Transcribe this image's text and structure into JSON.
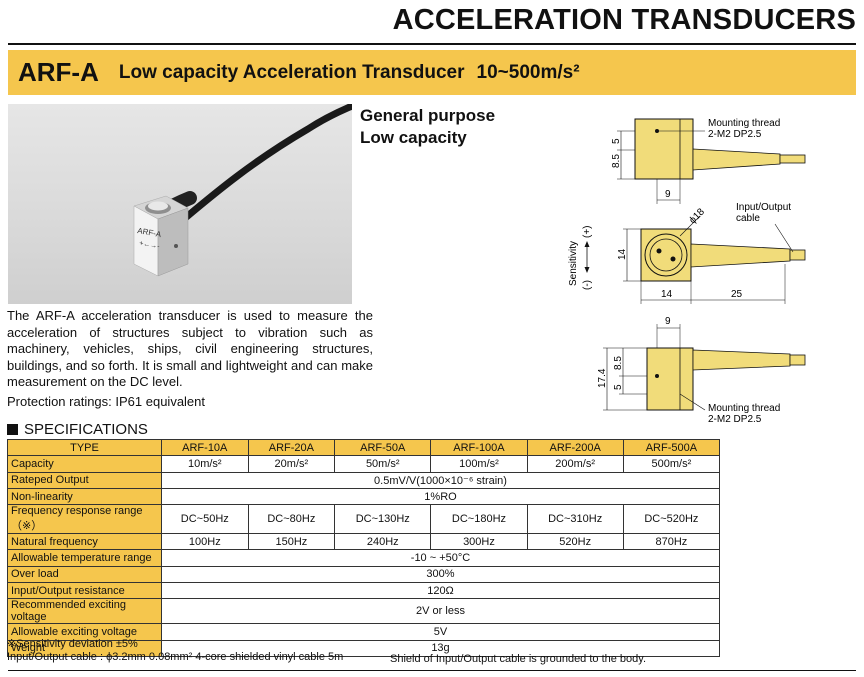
{
  "header": {
    "page_title": "ACCELERATION TRANSDUCERS",
    "model": "ARF-A",
    "subtitle": "Low capacity Acceleration Transducer",
    "range": "10~500m/s²"
  },
  "photo": {
    "label_line1": "ARF-A",
    "label_line2": "+←→-"
  },
  "features": [
    "General purpose",
    "Low capacity"
  ],
  "description": "The ARF-A acceleration transducer is used to measure the acceleration of structures subject to vibration such as machinery, vehicles, ships, civil engineering structures, buildings, and so forth. It is small and lightweight and can make measurement on the DC level.",
  "protection": "Protection ratings: IP61 equivalent",
  "drawing": {
    "mounting_thread_1": "Mounting thread",
    "mounting_thread_1b": "2-M2 DP2.5",
    "dim_85": "8.5",
    "dim_5a": "5",
    "dim_9a": "9",
    "io_cable": "Input/Output",
    "io_cable_b": "cable",
    "phi18": "ϕ18",
    "sensitivity": "Sensitivity",
    "plus": "(+)",
    "minus": "(-)",
    "dim_14v": "14",
    "dim_14h": "14",
    "dim_25": "25",
    "dim_9b": "9",
    "dim_174": "17.4",
    "dim_85b": "8.5",
    "dim_5b": "5",
    "mounting_thread_2": "Mounting thread",
    "mounting_thread_2b": "2-M2 DP2.5"
  },
  "spec_heading": "SPECIFICATIONS",
  "table": {
    "type_label": "TYPE",
    "models": [
      "ARF-10A",
      "ARF-20A",
      "ARF-50A",
      "ARF-100A",
      "ARF-200A",
      "ARF-500A"
    ],
    "rows": [
      {
        "label": "Capacity",
        "values": [
          "10m/s²",
          "20m/s²",
          "50m/s²",
          "100m/s²",
          "200m/s²",
          "500m/s²"
        ]
      },
      {
        "label": "Rateped Output",
        "common": "0.5mV/V(1000×10⁻⁶ strain)"
      },
      {
        "label": "Non-linearity",
        "common": "1%RO"
      },
      {
        "label": "Frequency response range（※）",
        "values": [
          "DC~50Hz",
          "DC~80Hz",
          "DC~130Hz",
          "DC~180Hz",
          "DC~310Hz",
          "DC~520Hz"
        ]
      },
      {
        "label": "Natural frequency",
        "values": [
          "100Hz",
          "150Hz",
          "240Hz",
          "300Hz",
          "520Hz",
          "870Hz"
        ]
      },
      {
        "label": "Allowable temperature range",
        "common": "-10 ~ +50°C"
      },
      {
        "label": "Over load",
        "common": "300%"
      },
      {
        "label": "Input/Output resistance",
        "common": "120Ω"
      },
      {
        "label": "Recommended exciting voltage",
        "common": "2V or less"
      },
      {
        "label": "Allowable exciting voltage",
        "common": "5V"
      },
      {
        "label": "Weight",
        "common": "13g"
      }
    ]
  },
  "notes": {
    "sensitivity_deviation": "※Sensitivity deviation ±5%",
    "cable": "Input/Output cable : ϕ3.2mm  0.08mm²  4-core shielded vinyl cable 5m",
    "shield": "Shield of Input/Output cable is grounded to the body."
  },
  "colors": {
    "accent": "#f5c64d",
    "drawing_fill": "#f1dc7a",
    "text": "#111111"
  }
}
